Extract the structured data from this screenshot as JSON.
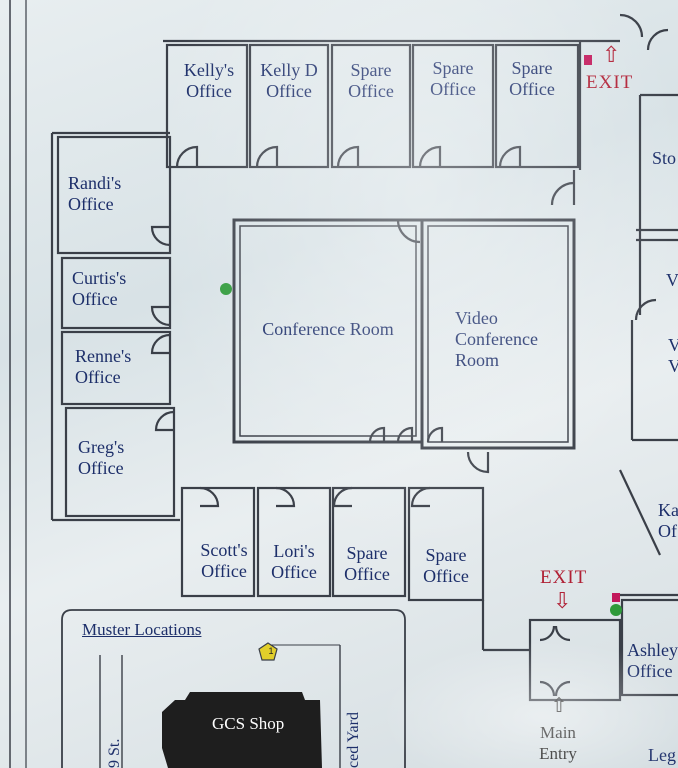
{
  "rooms": {
    "kellys_office": "Kelly's\nOffice",
    "kelly_d_office": "Kelly D\nOffice",
    "spare_top_1": "Spare\nOffice",
    "spare_top_2": "Spare\nOffice",
    "spare_top_3": "Spare\nOffice",
    "randis_office": "Randi's\nOffice",
    "curtiss_office": "Curtis's\nOffice",
    "rennes_office": "Renne's\nOffice",
    "gregs_office": "Greg's\nOffice",
    "conference_room": "Conference Room",
    "video_conference_room": "Video\nConference\nRoom",
    "scotts_office": "Scott's\nOffice",
    "loris_office": "Lori's\nOffice",
    "spare_bottom_1": "Spare\nOffice",
    "spare_bottom_2": "Spare\nOffice",
    "ashley_office": "Ashley\nOffice",
    "partial_sto": "Sto",
    "partial_v1": "V",
    "partial_v2": "V\nV",
    "partial_ka": "Ka\nOf"
  },
  "exits": {
    "exit_top": "EXIT",
    "exit_bottom": "EXIT",
    "main_entry": "Main\nEntry",
    "arrow_up": "⇧",
    "arrow_down": "⇩"
  },
  "muster": {
    "title": "Muster Locations",
    "marker_number": "1",
    "shop_label": "GCS Shop",
    "street_label": "9 St.",
    "yard_label": "ced Yard",
    "legend_partial": "Leg"
  },
  "colors": {
    "wall": "#3a3f48",
    "text": "#1d2f6a",
    "exit": "#b02035",
    "shop": "#1e1e1e",
    "marker_green": "#2f9a3a",
    "muster_marker": "#e2cf2a"
  }
}
